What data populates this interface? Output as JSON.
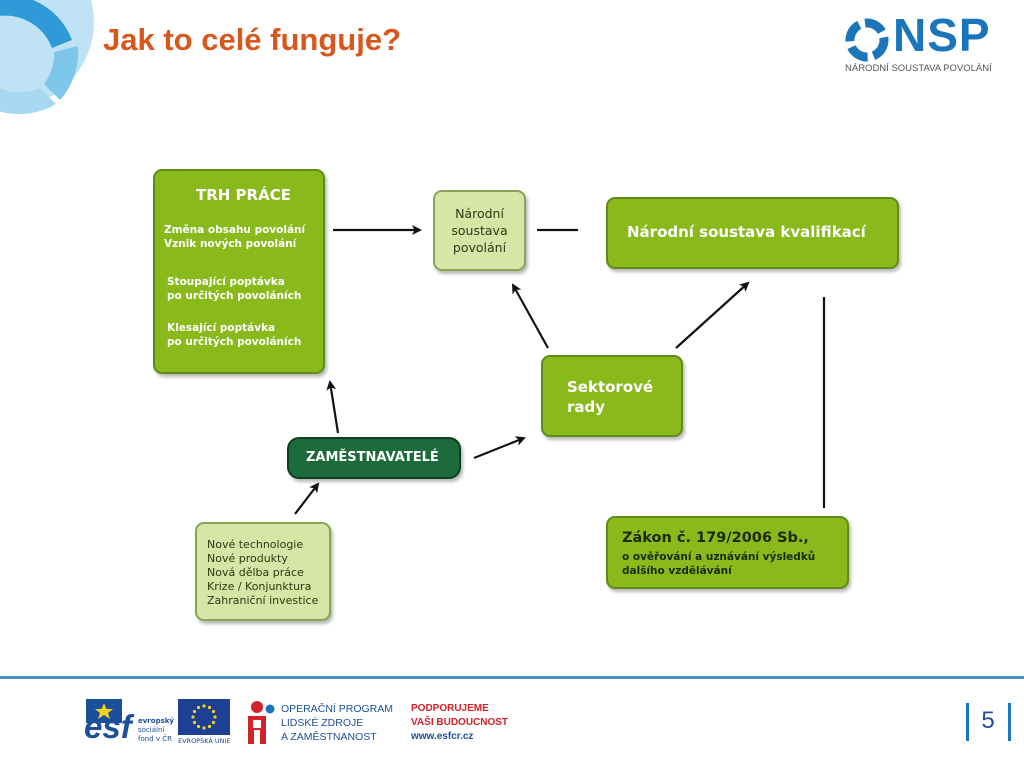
{
  "header": {
    "title": "Jak to celé funguje?",
    "logo": {
      "mark": "NSP",
      "subtitle": "NÁRODNÍ SOUSTAVA POVOLÁNÍ"
    }
  },
  "diagram": {
    "trh": {
      "heading": "TRH PRÁCE",
      "p1": [
        "Změna obsahu povolání",
        "Vznik nových povolání"
      ],
      "p2": [
        "Stoupající poptávka",
        "po určitých povoláních"
      ],
      "p3": [
        "Klesající poptávka",
        "po určitých povoláních"
      ]
    },
    "nsp_box": [
      "Národní",
      "soustava",
      "povolání"
    ],
    "nsk_box": "Národní soustava kvalifikací",
    "sektor": [
      "Sektorové",
      "rady"
    ],
    "zamest": "ZAMĚSTNAVATELÉ",
    "factors": [
      "Nové technologie",
      "Nové produkty",
      "Nová dělba práce",
      "Krize / Konjunktura",
      "Zahraniční investice"
    ],
    "zakon": {
      "title": "Zákon č. 179/2006 Sb.,",
      "l1": "o ověřování a uznávání výsledků",
      "l2": "dalšího vzdělávání"
    }
  },
  "footer": {
    "esf": {
      "mark": "esf",
      "l1": "evropský",
      "l2": "sociální",
      "l3": "fond v ČR"
    },
    "eu_caption": "EVROPSKÁ UNIE",
    "op": [
      "OPERAČNÍ PROGRAM",
      "LIDSKÉ ZDROJE",
      "A ZAMĚSTNANOST"
    ],
    "support": [
      "PODPORUJEME",
      "VAŠI BUDOUCNOST",
      "www.esfcr.cz"
    ],
    "page_number": "5"
  },
  "colors": {
    "accent": "#d8571c",
    "green": "#8ab91c",
    "dark_green": "#1d6b3b",
    "light_green": "#d5e6a6",
    "blue": "#1b75bb",
    "divider": "#4a90c6"
  }
}
